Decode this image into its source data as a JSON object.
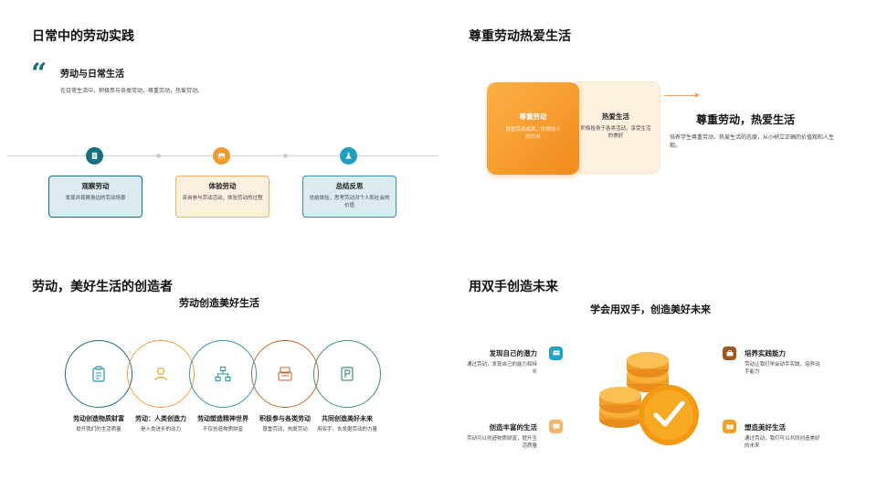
{
  "slide1": {
    "title": "日常中的劳动实践",
    "heading": "劳动与日常生活",
    "subtitle": "在日常生活中，积极参与各类劳动，尊重劳动，热爱劳动。",
    "steps": [
      {
        "title": "观察劳动",
        "desc": "发现并观察身边的劳动场景",
        "icon": "document-icon",
        "color": "#13707c"
      },
      {
        "title": "体验劳动",
        "desc": "亲自参与劳动活动，体验劳动的过程",
        "icon": "image-icon",
        "color": "#f39a2e"
      },
      {
        "title": "总结反思",
        "desc": "总结体验，思考劳动对个人和社会的价值",
        "icon": "flask-icon",
        "color": "#1f9fbf"
      }
    ]
  },
  "slide2": {
    "title": "尊重劳动热爱生活",
    "box1": {
      "title": "尊重劳动",
      "desc": "尊重劳动成果，珍视他人的付出"
    },
    "box2": {
      "title": "热爱生活",
      "desc": "积极投身于各类活动，享受生活的美好"
    },
    "heading": "尊重劳动，热爱生活",
    "desc": "培养学生尊重劳动、热爱生活的态度，从小树立正确的价值观和人生观。"
  },
  "slide3": {
    "title": "劳动，美好生活的创造者",
    "subtitle": "劳动创造美好生活",
    "items": [
      {
        "title": "劳动创造物质财富",
        "desc": "提升我们的生活质量",
        "icon": "clipboard-icon",
        "color": "#1a6f86"
      },
      {
        "title": "劳动：人类创造力",
        "desc": "是人类进步的动力",
        "icon": "person-icon",
        "color": "#f0a13c"
      },
      {
        "title": "劳动塑造精神世界",
        "desc": "不仅创造物质财富",
        "icon": "hierarchy-icon",
        "color": "#2e95b3"
      },
      {
        "title": "积极参与各类劳动",
        "desc": "尊重劳动，热爱劳动",
        "icon": "copy-icon",
        "color": "#c8672c"
      },
      {
        "title": "共同创造美好未来",
        "desc": "用双手，去发掘劳动的力量",
        "icon": "parking-icon",
        "color": "#3f8f7a"
      }
    ]
  },
  "slide4": {
    "title": "用双手创造未来",
    "subtitle": "学会用双手，创造美好未来",
    "left": [
      {
        "title": "发现自己的潜力",
        "desc": "通过劳动，发现自己的能力和特长",
        "icon": "message-icon",
        "color": "#1fa3c7"
      },
      {
        "title": "创造丰富的生活",
        "desc": "劳动可以创造物质财富，提升生活质量",
        "icon": "chat-icon",
        "color": "#f8b366"
      }
    ],
    "right": [
      {
        "title": "培养实践能力",
        "desc": "劳动让我们学会动手实践，培养动手能力",
        "icon": "briefcase-icon",
        "color": "#a0561c"
      },
      {
        "title": "塑造美好生活",
        "desc": "通过劳动，我们可以共同创造美好的未来",
        "icon": "gift-icon",
        "color": "#f3a024"
      }
    ]
  }
}
